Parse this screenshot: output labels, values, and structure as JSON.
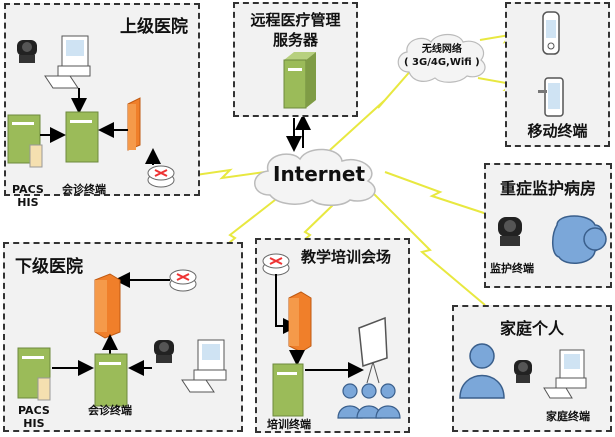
{
  "diagram": {
    "center": {
      "label": "Internet"
    },
    "wireless_cloud": {
      "line1": "无线网络",
      "line2": "( 3G/4G,Wifi )"
    },
    "server_box": {
      "title_line1": "远程医疗管理",
      "title_line2": "服务器"
    },
    "upper_hospital": {
      "title": "上级医院",
      "pacs_label_1": "PACS",
      "pacs_label_2": "HIS",
      "terminal_label": "会诊终端"
    },
    "lower_hospital": {
      "title": "下级医院",
      "pacs_label_1": "PACS",
      "pacs_label_2": "HIS",
      "terminal_label": "会诊终端"
    },
    "training": {
      "title": "教学培训会场",
      "terminal_label": "培训终端"
    },
    "mobile": {
      "title": "移动终端"
    },
    "icu": {
      "title": "重症监护病房",
      "terminal_label": "监护终端"
    },
    "home": {
      "title": "家庭个人",
      "terminal_label": "家庭终端"
    }
  },
  "colors": {
    "server_green": "#9bbb59",
    "firewall_orange": "#f07f2a",
    "person_blue": "#7ba7d9",
    "lightning_yellow": "#f5f542",
    "box_bg": "#f2f2f2"
  }
}
